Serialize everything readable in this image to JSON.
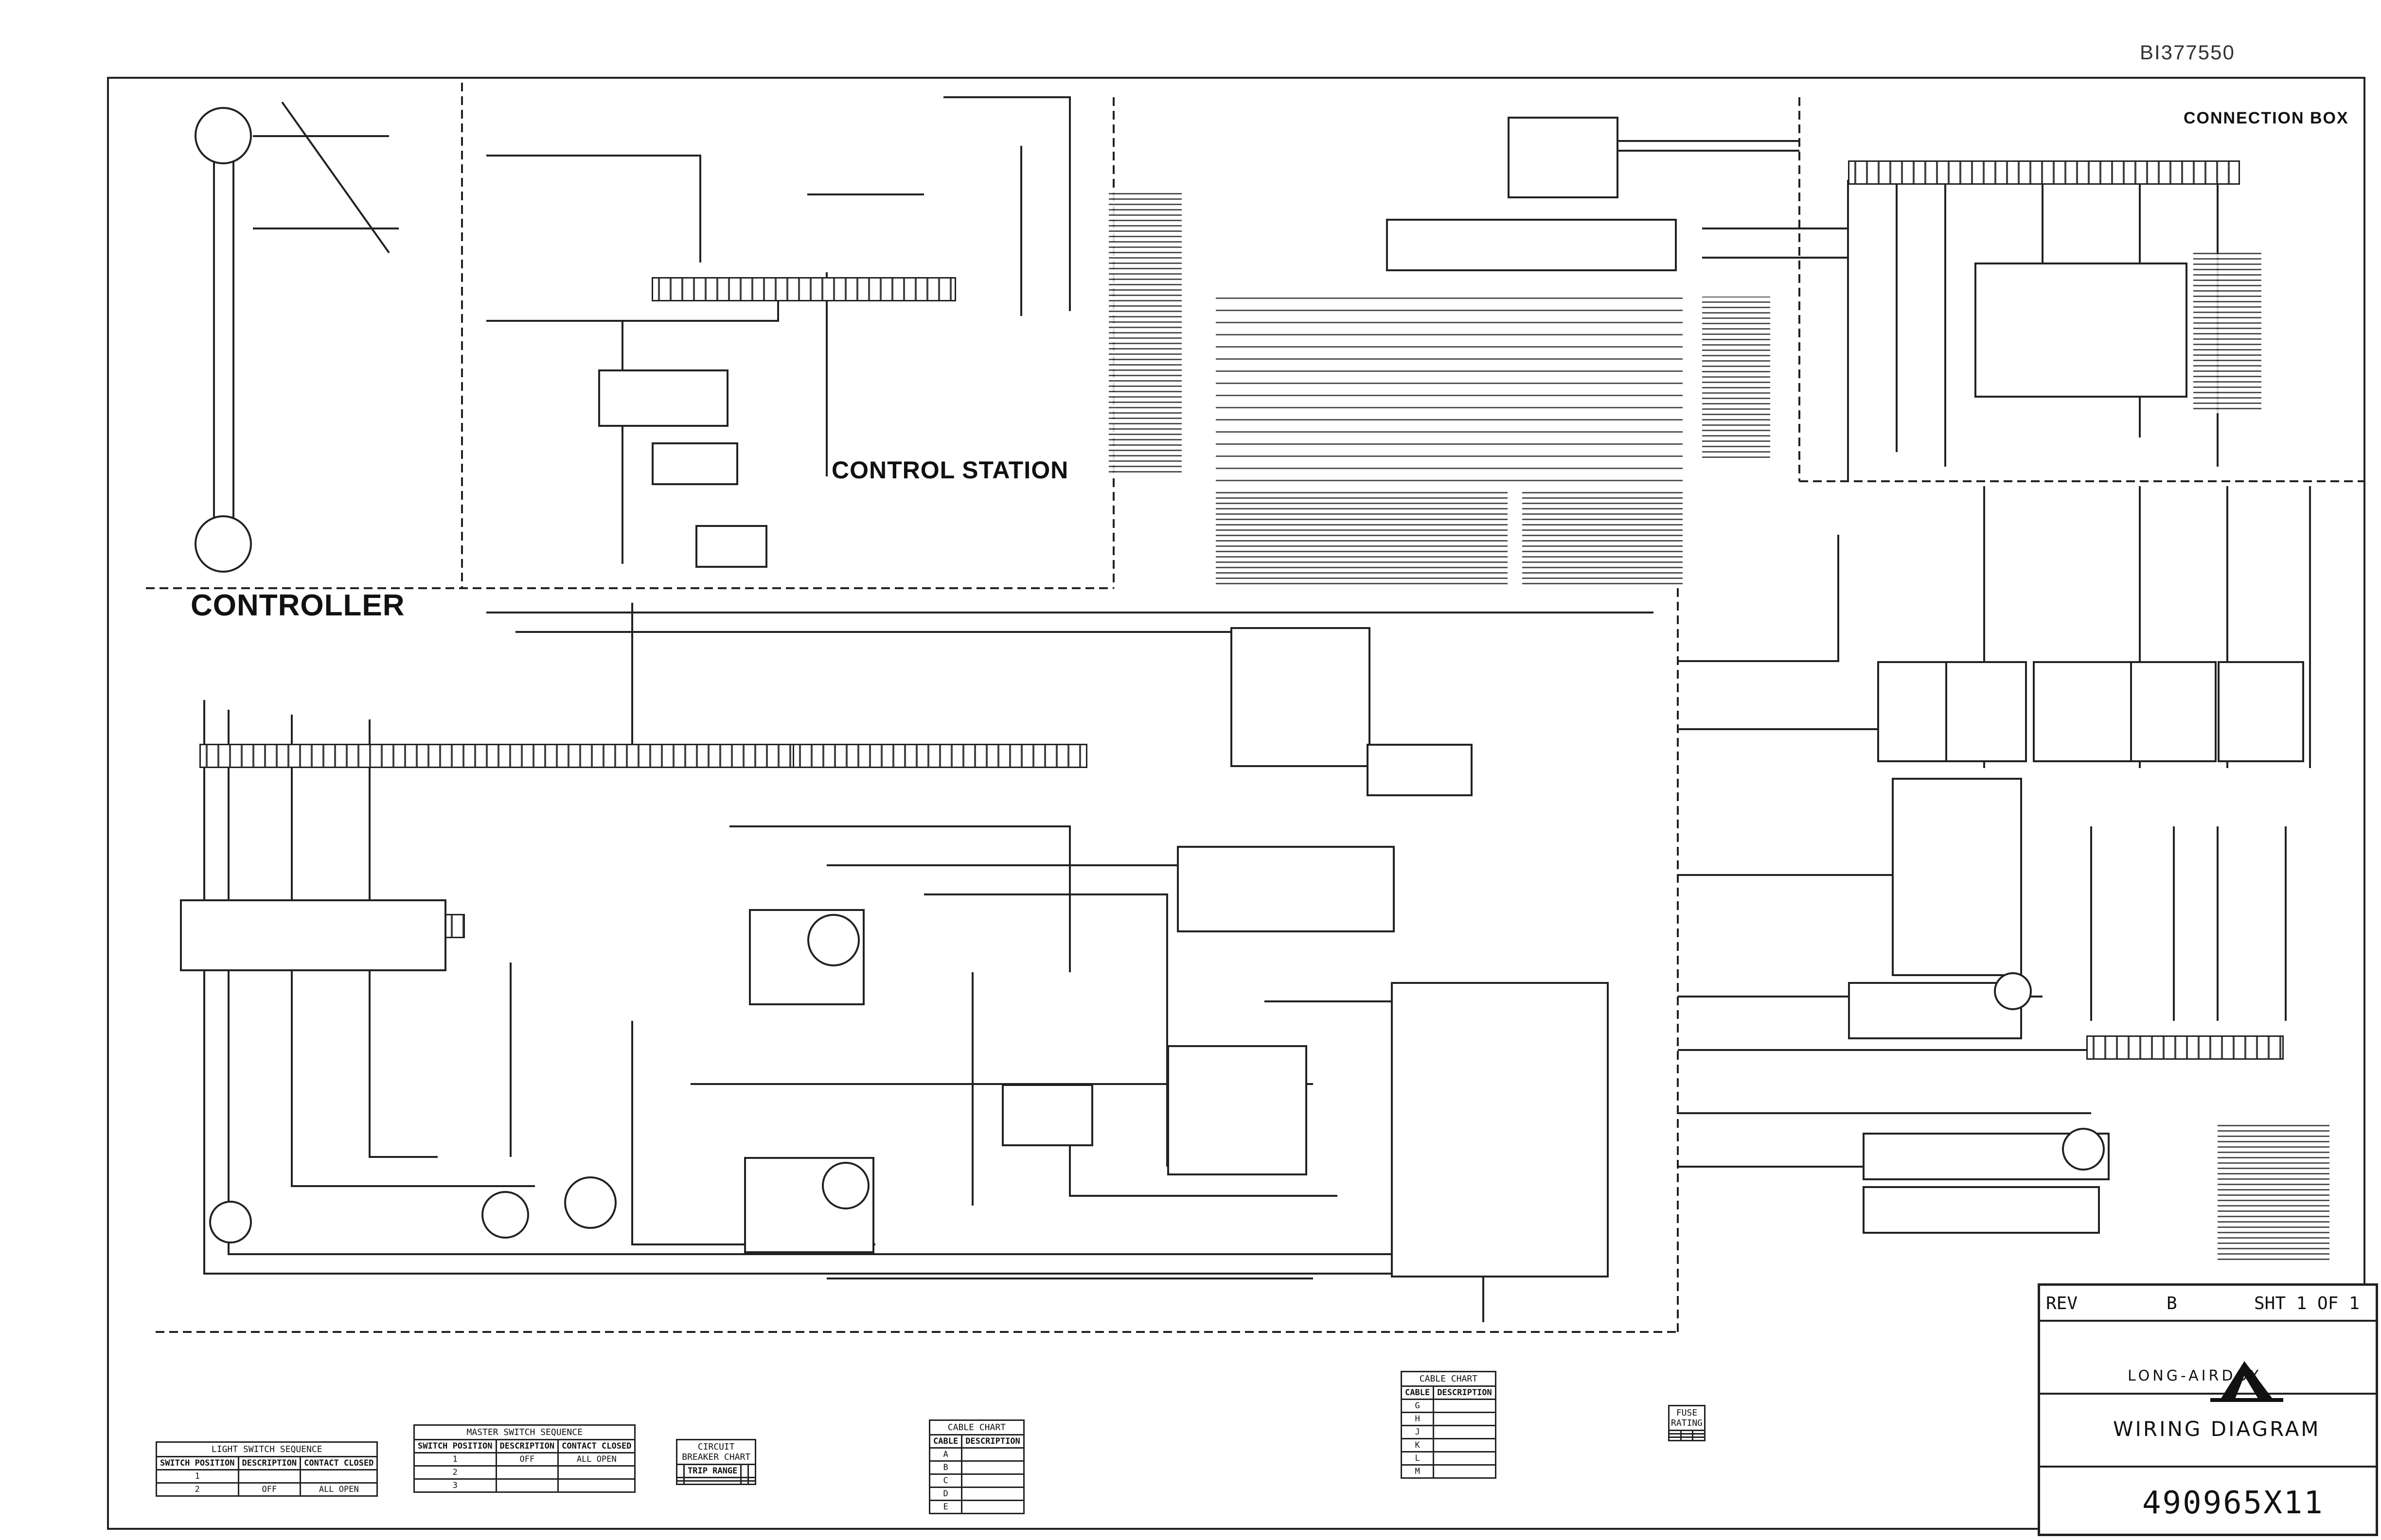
{
  "drawing_id": "BI377550",
  "section_labels": {
    "controller": "CONTROLLER",
    "control_station": "CONTROL STATION",
    "connection_box": "CONNECTION BOX"
  },
  "title_block": {
    "rev_label": "REV",
    "rev_value": "B",
    "sheet": "SHT 1 OF 1",
    "company": "LONG-AIRDOX",
    "drawing_title": "WIRING DIAGRAM",
    "drawing_number": "490965X11"
  },
  "tables": {
    "light_switch": {
      "caption": "LIGHT SWITCH SEQUENCE",
      "headers": [
        "SWITCH POSITION",
        "DESCRIPTION",
        "CONTACT CLOSED"
      ],
      "rows": [
        [
          "1",
          "",
          ""
        ],
        [
          "2",
          "OFF",
          "ALL OPEN"
        ]
      ]
    },
    "master_switch": {
      "caption": "MASTER SWITCH SEQUENCE",
      "headers": [
        "SWITCH POSITION",
        "DESCRIPTION",
        "CONTACT CLOSED"
      ],
      "rows": [
        [
          "1",
          "OFF",
          "ALL OPEN"
        ],
        [
          "2",
          "",
          ""
        ],
        [
          "3",
          "",
          ""
        ]
      ]
    },
    "circuit_breaker": {
      "caption": "CIRCUIT BREAKER CHART",
      "headers": [
        "",
        "TRIP RANGE",
        "",
        ""
      ],
      "rows": [
        [
          "",
          "",
          "",
          ""
        ],
        [
          "",
          "",
          "",
          ""
        ]
      ]
    },
    "cable_chart_1": {
      "caption": "CABLE CHART",
      "headers": [
        "CABLE",
        "DESCRIPTION"
      ],
      "rows": [
        [
          "A",
          ""
        ],
        [
          "B",
          ""
        ],
        [
          "C",
          ""
        ],
        [
          "D",
          ""
        ],
        [
          "E",
          ""
        ]
      ]
    },
    "cable_chart_2": {
      "caption": "CABLE CHART",
      "headers": [
        "CABLE",
        "DESCRIPTION"
      ],
      "rows": [
        [
          "G",
          ""
        ],
        [
          "H",
          ""
        ],
        [
          "J",
          ""
        ],
        [
          "K",
          ""
        ],
        [
          "L",
          ""
        ],
        [
          "M",
          ""
        ]
      ]
    },
    "fuse_rating": {
      "caption": "FUSE RATING",
      "headers": [
        "",
        "",
        ""
      ],
      "rows": [
        [
          "",
          "",
          ""
        ],
        [
          "",
          "",
          ""
        ]
      ]
    }
  },
  "colors": {
    "line": "#222222",
    "paper": "#ffffff"
  }
}
